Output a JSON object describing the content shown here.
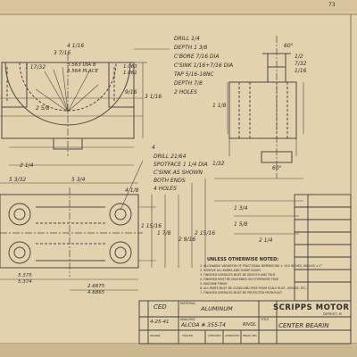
{
  "sheet_number": "73",
  "top_view": {
    "dims": [
      "4 1/16",
      "3 7/16",
      "3.563 DIA B",
      "3.564 PLACE",
      "1 17/32",
      "1.063",
      "1.061",
      "2 5/8",
      "9/16",
      "3 1/16",
      "2 1/4",
      "4"
    ],
    "callout": {
      "lines": [
        "DRILL 1/4",
        "DEPTH 1 3/8",
        "C'BORE 7/16 DIA",
        "C'SINK 1/16+7/16 DIA",
        "TAP 5/16-18NC",
        "DEPTH 7/8",
        "2 HOLES"
      ]
    }
  },
  "side_view": {
    "dims": [
      "60°",
      "1/2",
      "7/32",
      "1/16",
      "1 1/8",
      "1/32",
      "60°",
      "1 3/4",
      "1 5/8",
      "2 1/4"
    ]
  },
  "plan_view": {
    "callout": {
      "lines": [
        "DRILL 21/64",
        "SPOTFACE 1 1/4 DIA",
        "C'SINK AS SHOWN",
        "BOTH ENDS",
        "4 HOLES"
      ]
    },
    "dims": [
      "5 3/32",
      "5 3/4",
      "4 1/8",
      "1 15/16",
      "1 7/8",
      "2 9/16",
      "2 15/16",
      "5.375",
      "5.374",
      "2.6875",
      "4.6865"
    ]
  },
  "notes": {
    "title": "UNLESS OTHERWISE NOTED:",
    "items": [
      "1. ALLOWABLE VARIATION OF FRACTIONAL DIMENSIONS ± .010 INCHES, ANGLES ± 1°",
      "2. REMOVE ALL BURRS AND SHARP EDGES",
      "3. FINISHED SURFACES MUST BE SMOOTH AND TRUE",
      "4. FINISHED MUST BE MACHINED ON OTHERWISE TRUE",
      "5. MACHINE FINISH",
      "6. ALL PARTS MUST BE CLEAN AND FREE FROM SCALE RUST, GREASE, ETC.",
      "7. FINISHED SURFACES MUST BE PROTECTED FROM RUST"
    ]
  },
  "title_block": {
    "drawn_by": "CED",
    "date": "4-25-41",
    "col_headers": [
      "DRAWN",
      "TRACED",
      "CHECKED",
      "APPROVED",
      "ENGR. REL"
    ],
    "material_label": "MATERIAL",
    "material": "ALUMINUM",
    "analysis_label": "ANALYSIS",
    "analysis": "ALCOA # 355-T4",
    "heat_treat": "RIVOL",
    "company": "SCRIPPS MOTOR",
    "city": "DETROIT, M",
    "title_label": "TITLE",
    "title": "CENTER BEARIN"
  }
}
